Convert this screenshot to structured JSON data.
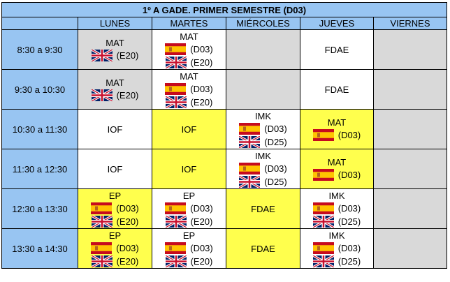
{
  "title": "1º A GADE. PRIMER SEMESTRE (D03)",
  "days": [
    "LUNES",
    "MARTES",
    "MIÉRCOLES",
    "JUEVES",
    "VIERNES"
  ],
  "rows": [
    {
      "time": "8:30 a 9:30",
      "cells": [
        {
          "bg": "gray",
          "subject": "MAT",
          "lines": [
            {
              "flag": "uk",
              "code": "(E20)"
            }
          ]
        },
        {
          "bg": "white",
          "subject": "MAT",
          "lines": [
            {
              "flag": "es",
              "code": "(D03)"
            },
            {
              "flag": "uk",
              "code": "(E20)"
            }
          ]
        },
        {
          "bg": "gray",
          "subject": "",
          "lines": []
        },
        {
          "bg": "white",
          "subject": "FDAE",
          "lines": []
        },
        {
          "bg": "gray",
          "subject": "",
          "lines": []
        }
      ]
    },
    {
      "time": "9:30 a 10:30",
      "cells": [
        {
          "bg": "gray",
          "subject": "MAT",
          "lines": [
            {
              "flag": "uk",
              "code": "(E20)"
            }
          ]
        },
        {
          "bg": "white",
          "subject": "MAT",
          "lines": [
            {
              "flag": "es",
              "code": "(D03)"
            },
            {
              "flag": "uk",
              "code": "(E20)"
            }
          ]
        },
        {
          "bg": "gray",
          "subject": "",
          "lines": []
        },
        {
          "bg": "white",
          "subject": "FDAE",
          "lines": []
        },
        {
          "bg": "gray",
          "subject": "",
          "lines": []
        }
      ]
    },
    {
      "time": "10:30 a 11:30",
      "cells": [
        {
          "bg": "white",
          "subject": "IOF",
          "lines": []
        },
        {
          "bg": "yellow",
          "subject": "IOF",
          "lines": []
        },
        {
          "bg": "white",
          "subject": "IMK",
          "lines": [
            {
              "flag": "es",
              "code": "(D03)"
            },
            {
              "flag": "uk",
              "code": "(D25)"
            }
          ]
        },
        {
          "bg": "yellow",
          "subject": "MAT",
          "lines": [
            {
              "flag": "es",
              "code": "(D03)"
            }
          ]
        },
        {
          "bg": "gray",
          "subject": "",
          "lines": []
        }
      ]
    },
    {
      "time": "11:30 a 12:30",
      "cells": [
        {
          "bg": "white",
          "subject": "IOF",
          "lines": []
        },
        {
          "bg": "yellow",
          "subject": "IOF",
          "lines": []
        },
        {
          "bg": "white",
          "subject": "IMK",
          "lines": [
            {
              "flag": "es",
              "code": "(D03)"
            },
            {
              "flag": "uk",
              "code": "(D25)"
            }
          ]
        },
        {
          "bg": "yellow",
          "subject": "MAT",
          "lines": [
            {
              "flag": "es",
              "code": "(D03)"
            }
          ]
        },
        {
          "bg": "gray",
          "subject": "",
          "lines": []
        }
      ]
    },
    {
      "time": "12:30 a 13:30",
      "cells": [
        {
          "bg": "yellow",
          "subject": "EP",
          "lines": [
            {
              "flag": "es",
              "code": "(D03)"
            },
            {
              "flag": "uk",
              "code": "(E20)"
            }
          ]
        },
        {
          "bg": "white",
          "subject": "EP",
          "lines": [
            {
              "flag": "es",
              "code": "(D03)"
            },
            {
              "flag": "uk",
              "code": "(E20)"
            }
          ]
        },
        {
          "bg": "yellow",
          "subject": "FDAE",
          "lines": []
        },
        {
          "bg": "white",
          "subject": "IMK",
          "lines": [
            {
              "flag": "es",
              "code": "(D03)"
            },
            {
              "flag": "uk",
              "code": "(D25)"
            }
          ]
        },
        {
          "bg": "gray",
          "subject": "",
          "lines": []
        }
      ]
    },
    {
      "time": "13:30 a 14:30",
      "cells": [
        {
          "bg": "yellow",
          "subject": "EP",
          "lines": [
            {
              "flag": "es",
              "code": "(D03)"
            },
            {
              "flag": "uk",
              "code": "(E20)"
            }
          ]
        },
        {
          "bg": "white",
          "subject": "EP",
          "lines": [
            {
              "flag": "es",
              "code": "(D03)"
            },
            {
              "flag": "uk",
              "code": "(E20)"
            }
          ]
        },
        {
          "bg": "yellow",
          "subject": "FDAE",
          "lines": []
        },
        {
          "bg": "white",
          "subject": "IMK",
          "lines": [
            {
              "flag": "es",
              "code": "(D03)"
            },
            {
              "flag": "uk",
              "code": "(D25)"
            }
          ]
        },
        {
          "bg": "gray",
          "subject": "",
          "lines": []
        }
      ]
    }
  ],
  "colors": {
    "header_blue": "#98c5f2",
    "gray": "#d9d9d9",
    "yellow": "#ffff4d",
    "white": "#ffffff"
  },
  "icons": {
    "es": "spain-flag-icon",
    "uk": "uk-flag-icon"
  }
}
